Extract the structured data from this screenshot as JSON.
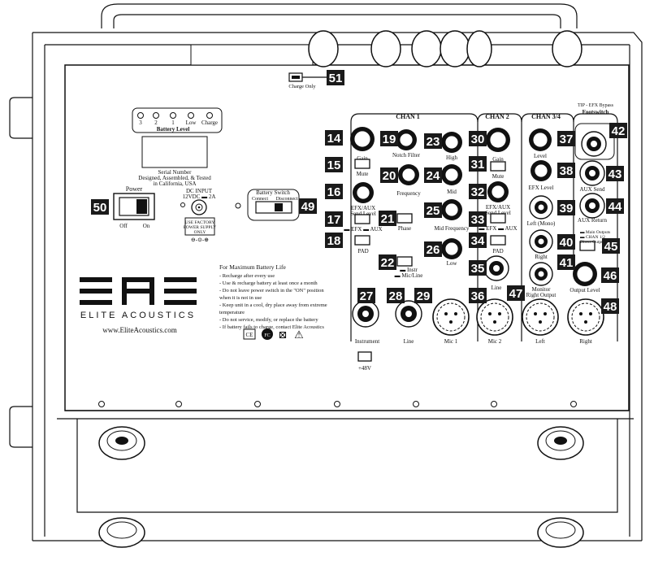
{
  "callouts": {
    "c14": "14",
    "c15": "15",
    "c16": "16",
    "c17": "17",
    "c18": "18",
    "c19": "19",
    "c20": "20",
    "c21": "21",
    "c22": "22",
    "c23": "23",
    "c24": "24",
    "c25": "25",
    "c26": "26",
    "c27": "27",
    "c28": "28",
    "c29": "29",
    "c30": "30",
    "c31": "31",
    "c32": "32",
    "c33": "33",
    "c34": "34",
    "c35": "35",
    "c36": "36",
    "c37": "37",
    "c38": "38",
    "c39": "39",
    "c40": "40",
    "c41": "41",
    "c42": "42",
    "c43": "43",
    "c44": "44",
    "c45": "45",
    "c46": "46",
    "c47": "47",
    "c48": "48",
    "c49": "49",
    "c50": "50",
    "c51": "51"
  },
  "usb": {
    "label": "Charge Only"
  },
  "battery": {
    "leds": [
      "3",
      "2",
      "1",
      "Low",
      "Charge"
    ],
    "title": "Battery Level",
    "serial": "Serial Number",
    "designed": "Designed, Assembled, & Tested",
    "location": "in California, USA"
  },
  "power": {
    "title": "Power",
    "off": "Off",
    "on": "On"
  },
  "dc_input": {
    "line1": "DC INPUT",
    "line2": "12VDC ▬ 2A"
  },
  "usb_factory": {
    "line1": "USE FACTORY",
    "line2": "POWER SUPPLY",
    "line3": "ONLY"
  },
  "battery_switch": {
    "title": "Battery Switch",
    "connect": "Connect",
    "disconnect": "Disconnect"
  },
  "logo": {
    "letters": "EAE",
    "brand": "ELITE ACOUSTICS",
    "website": "www.EliteAcoustics.com"
  },
  "notes": {
    "title": "For Maximum Battery Life",
    "lines": [
      "- Recharge after every use",
      "- Use & recharge battery at least once a month",
      "- Do not leave power switch in the \"ON\" position",
      "  when it is not in use",
      "- Keep unit in a cool, dry place away from extreme",
      "  temperature",
      "- Do not service, modify, or replace the battery",
      "- If battery fails to charge, contact Elite Acoustics"
    ]
  },
  "chan1": {
    "title": "CHAN 1",
    "gain": "Gain",
    "mute": "Mute",
    "efx_aux": "EFX/AUX",
    "send_level": "Send Level",
    "efx_aux_toggle": "▬ EFX ▬ AUX",
    "pad": "PAD",
    "notch": "Notch Filter",
    "frequency": "Frequency",
    "phase": "Phase",
    "instr": "▬ Instr",
    "mic_line": "▬ Mic/Line",
    "high": "High",
    "mid": "Mid",
    "mid_freq": "Mid Frequency",
    "low": "Low",
    "instrument": "Instrument",
    "line": "Line",
    "mic1": "Mic 1"
  },
  "chan2": {
    "title": "CHAN 2",
    "gain": "Gain",
    "mute": "Mute",
    "efx_aux": "EFX/AUX",
    "send_level": "Send Level",
    "efx_aux_toggle": "▬ EFX ▬ AUX",
    "pad": "PAD",
    "line": "Line",
    "mic2": "Mic 2"
  },
  "chan34": {
    "title": "CHAN 3/4",
    "level": "Level",
    "efx_level": "EFX Level",
    "left_mono": "Left (Mono)",
    "right": "Right",
    "monitor": "Monitor",
    "right_output": "Right Output",
    "left": "Left"
  },
  "footswitch": {
    "tip": "TIP - EFX Bypass",
    "title": "Footswitch"
  },
  "aux": {
    "send": "AUX Send",
    "return": "AUX Return",
    "main_outputs": "▬ Main Outputs",
    "chan12": "▬ CHAN 1/2",
    "direct": "Direct Output",
    "output_level": "Output Level",
    "right": "Right"
  },
  "phantom": {
    "label": "+48V"
  },
  "cert": {
    "ce": "CE",
    "fcc": "FC",
    "weee": "⊠",
    "warn": "⚠"
  }
}
